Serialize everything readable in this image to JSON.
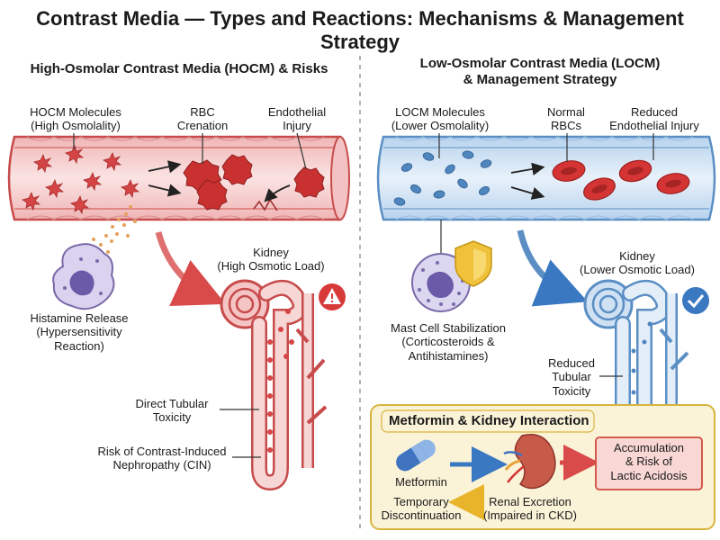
{
  "title": "Contrast Media — Types and Reactions: Mechanisms & Management Strategy",
  "left": {
    "heading": "High-Osmolar Contrast Media (HOCM) & Risks",
    "hocm_molecules": "HOCM Molecules\n(High Osmolality)",
    "rbc_crenation": "RBC\nCrenation",
    "endothelial_injury": "Endothelial\nInjury",
    "kidney": "Kidney\n(High Osmotic Load)",
    "histamine": "Histamine Release\n(Hypersensitivity\nReaction)",
    "tubular_toxicity": "Direct Tubular\nToxicity",
    "cin_risk": "Risk of Contrast-Induced\nNephropathy (CIN)"
  },
  "right": {
    "heading": "Low-Osmolar Contrast Media (LOCM)\n& Management Strategy",
    "locm_molecules": "LOCM Molecules\n(Lower Osmolality)",
    "normal_rbcs": "Normal\nRBCs",
    "reduced_injury": "Reduced\nEndothelial Injury",
    "kidney": "Kidney\n(Lower Osmotic Load)",
    "mast_cell": "Mast Cell Stabilization\n(Corticosteroids &\nAntihistamines)",
    "reduced_toxicity": "Reduced\nTubular\nToxicity"
  },
  "metformin_box": {
    "title": "Metformin & Kidney Interaction",
    "metformin": "Metformin",
    "renal_excretion": "Renal Excretion\n(Impaired in CKD)",
    "accumulation": "Accumulation\n& Risk of\nLactic Acidosis",
    "discontinuation": "Temporary\nDiscontinuation"
  },
  "colors": {
    "hocm_vessel": "#f6d3d3",
    "hocm_wall": "#c74b4b",
    "locm_vessel": "#dce9f6",
    "locm_wall": "#5b8fc4",
    "warning": "#d83a3a",
    "check": "#3a78c2",
    "box_fill": "#fbf3d8",
    "box_border": "#d8b43c"
  }
}
